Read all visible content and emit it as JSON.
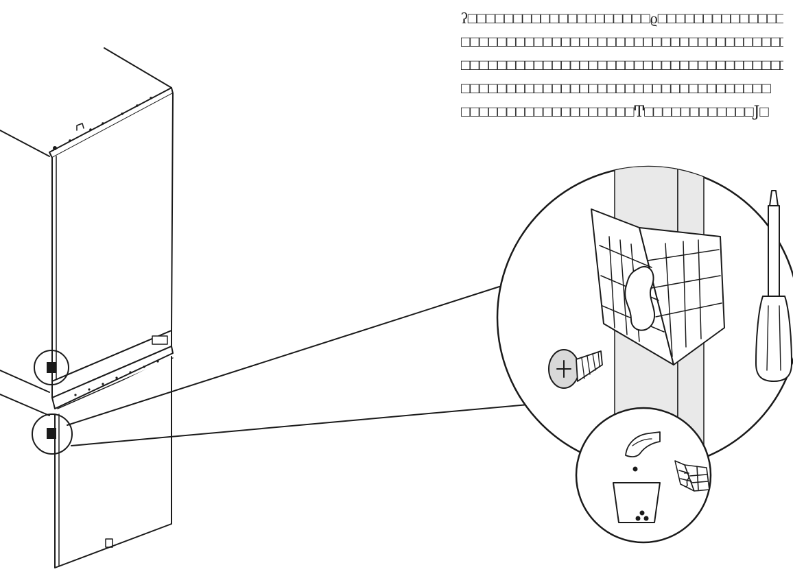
{
  "instruction": {
    "lines": [
      "ʔ□□□□□□□□□□□□□□□□□□□□ϱ□□□□□□□□□□□□□□□□□□□",
      "□□□□□□□□□□□□□□□□□□□□□□□□□□□□□□□□□□□□□□□□□□□",
      "□□□□□□□□□□□□□□□□□□□□□□□□□□□□□□□□□□□□□□□□□;□□□",
      "□□□□□□□□□□□□□□□□□□□□□□□□□□□□□□□□□□",
      "□□□□□□□□□□□□□□□□□□□Ͳ□□□□□□□□□□□□Ϳ□"
    ]
  },
  "illustration": {
    "icons": [
      "refrigerator-cabinet",
      "hinge-cover-clip",
      "screw-icon",
      "screwdriver-icon",
      "glove-hand-icon",
      "waste-bin-icon"
    ],
    "colors": {
      "line": "#1a1a1a",
      "panel": "#e9e9e9",
      "background": "#ffffff"
    }
  }
}
